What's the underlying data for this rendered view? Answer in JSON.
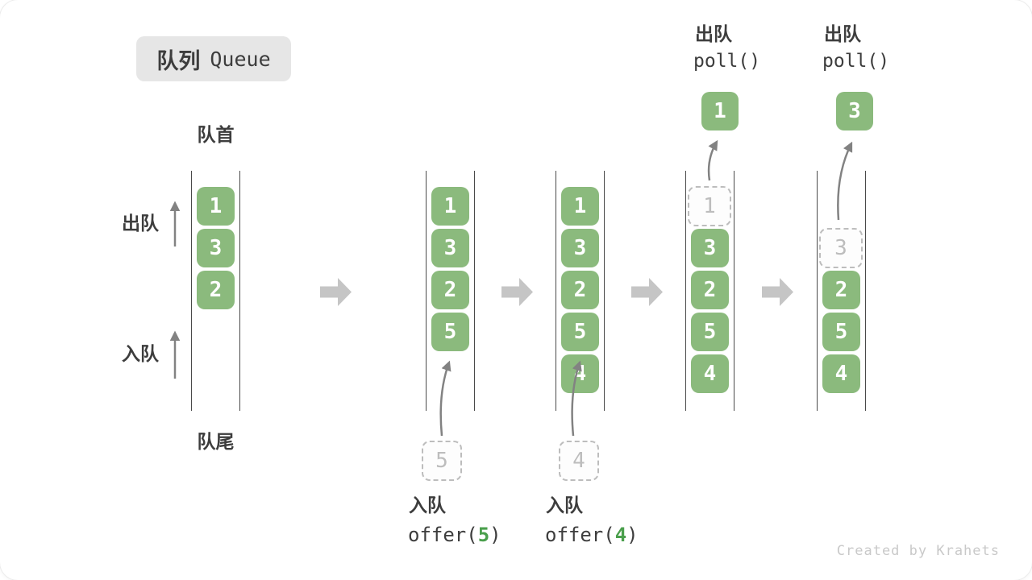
{
  "badge": {
    "zh": "队列",
    "en": "Queue"
  },
  "labels": {
    "front": "队首",
    "rear": "队尾",
    "dequeue": "出队",
    "enqueue": "入队"
  },
  "columns": [
    {
      "slots": [
        {
          "value": "1"
        },
        {
          "value": "3"
        },
        {
          "value": "2"
        }
      ]
    },
    {
      "slots": [
        {
          "value": "1"
        },
        {
          "value": "3"
        },
        {
          "value": "2"
        },
        {
          "value": "5"
        }
      ],
      "pending": "5",
      "op": {
        "label": "入队",
        "code_open": "offer(",
        "arg": "5",
        "code_close": ")"
      }
    },
    {
      "slots": [
        {
          "value": "1"
        },
        {
          "value": "3"
        },
        {
          "value": "2"
        },
        {
          "value": "5"
        },
        {
          "value": "4"
        }
      ],
      "pending": "4",
      "op": {
        "label": "入队",
        "code_open": "offer(",
        "arg": "4",
        "code_close": ")"
      }
    },
    {
      "slots": [
        {
          "value": "1",
          "removed": true
        },
        {
          "value": "3"
        },
        {
          "value": "2"
        },
        {
          "value": "5"
        },
        {
          "value": "4"
        }
      ],
      "polled": "1",
      "op": {
        "label": "出队",
        "code": "poll()"
      }
    },
    {
      "slots": [
        null,
        {
          "value": "3",
          "removed": true
        },
        {
          "value": "2"
        },
        {
          "value": "5"
        },
        {
          "value": "4"
        }
      ],
      "polled": "3",
      "op": {
        "label": "出队",
        "code": "poll()"
      }
    }
  ],
  "watermark": "Created by Krahets",
  "colors": {
    "box_green": "#8bba7d",
    "box_text": "#ffffff",
    "text_dark": "#3d3d3d",
    "muted_gray": "#bdbdbd",
    "block_arrow": "#c5c5c5",
    "thin_arrow": "#828282",
    "accent_green": "#4a9f4c",
    "badge_bg": "#e6e6e6",
    "watermark_gray": "#c9c9c9",
    "rail": "#4a4a4a"
  }
}
